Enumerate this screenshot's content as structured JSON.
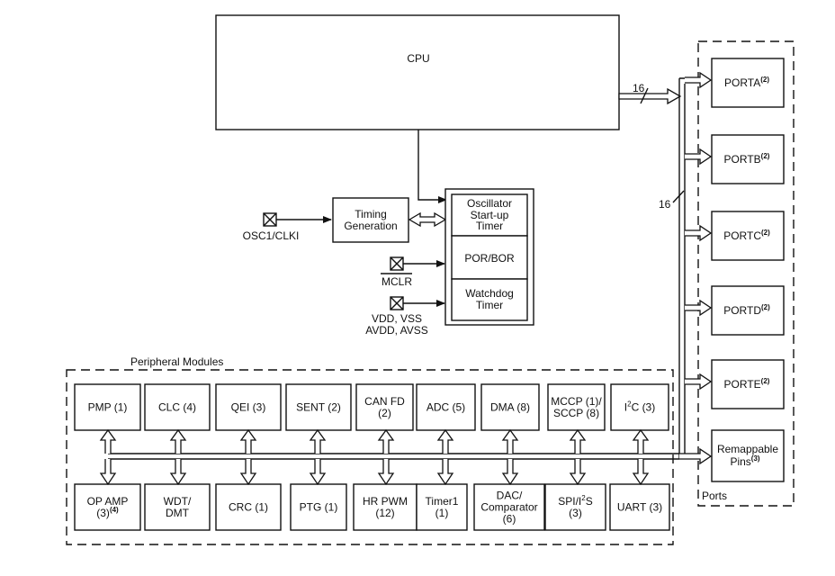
{
  "cpu": {
    "label": "CPU"
  },
  "cpu_bus_width": "16",
  "ports_bus_width": "16",
  "timing": {
    "label_lines": [
      "Timing",
      "Generation"
    ]
  },
  "osc_pin": {
    "label": "OSC1/CLKI"
  },
  "mclr_pin": {
    "label": "MCLR"
  },
  "power_pins": {
    "line1": "VDD, VSS",
    "line2": "AVDD, AVSS"
  },
  "reset_block": {
    "cells": [
      {
        "lines": [
          "Oscillator",
          "Start-up",
          "Timer"
        ]
      },
      {
        "lines": [
          "POR/BOR"
        ]
      },
      {
        "lines": [
          "Watchdog",
          "Timer"
        ]
      }
    ]
  },
  "ports_group": {
    "title": "Ports",
    "ports": [
      {
        "name": "PORTA",
        "note": "(2)"
      },
      {
        "name": "PORTB",
        "note": "(2)"
      },
      {
        "name": "PORTC",
        "note": "(2)"
      },
      {
        "name": "PORTD",
        "note": "(2)"
      },
      {
        "name": "PORTE",
        "note": "(2)"
      }
    ],
    "remappable": {
      "lines": [
        "Remappable",
        "Pins"
      ],
      "note": "(3)"
    }
  },
  "peripherals": {
    "title": "Peripheral Modules",
    "top_row": [
      {
        "lines": [
          "PMP (1)"
        ]
      },
      {
        "lines": [
          "CLC (4)"
        ]
      },
      {
        "lines": [
          "QEI (3)"
        ]
      },
      {
        "lines": [
          "SENT (2)"
        ]
      },
      {
        "lines": [
          "CAN FD",
          "(2)"
        ]
      },
      {
        "lines": [
          "ADC (5)"
        ]
      },
      {
        "lines": [
          "DMA (8)"
        ]
      },
      {
        "lines": [
          "MCCP (1)/",
          "SCCP (8)"
        ]
      },
      {
        "lines": [
          "I2C (3)"
        ]
      }
    ],
    "bottom_row": [
      {
        "lines": [
          "OP AMP",
          "(3)"
        ],
        "note": "(4)"
      },
      {
        "lines": [
          "WDT/",
          "DMT"
        ]
      },
      {
        "lines": [
          "CRC (1)"
        ]
      },
      {
        "lines": [
          "PTG (1)"
        ]
      },
      {
        "lines": [
          "HR PWM",
          "(12)"
        ]
      },
      {
        "lines": [
          "Timer1",
          "(1)"
        ]
      },
      {
        "lines": [
          "DAC/",
          "Comparator",
          "(6)"
        ]
      },
      {
        "lines": [
          "SPI/I2S",
          "(3)"
        ]
      },
      {
        "lines": [
          "UART (3)"
        ]
      }
    ]
  }
}
